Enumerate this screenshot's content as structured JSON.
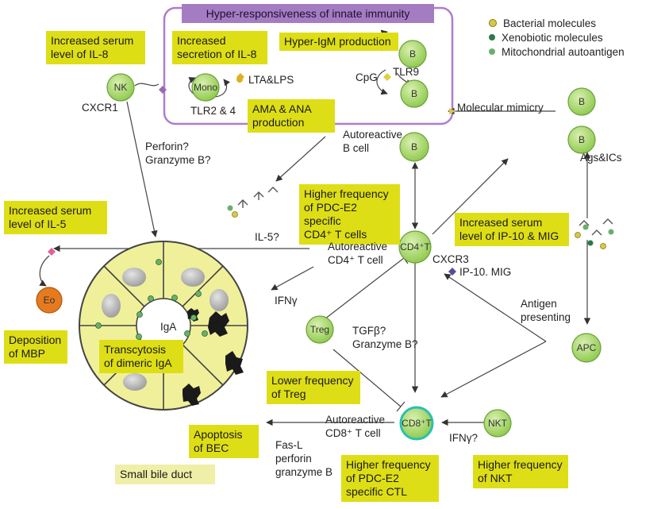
{
  "legend": {
    "bacterial": {
      "label": "Bacterial molecules",
      "color": "#d8c84a"
    },
    "xenobiotic": {
      "label": "Xenobiotic molecules",
      "color": "#2a7a4a"
    },
    "mito": {
      "label": "Mitochondrial autoantigen",
      "color": "#6ab06a"
    }
  },
  "innate_banner": "Hyper-responsiveness of innate immunity",
  "boxes": {
    "il8_serum": "Increased serum\nlevel of IL-8",
    "il8_secretion": "Increased\nsecretion of IL-8",
    "hyper_igm": "Hyper-IgM production",
    "ama_ana": "AMA & ANA\nproduction",
    "pdc_cd4": "Higher frequency\nof PDC-E2 specific\nCD4⁺ T cells",
    "il5_serum": "Increased serum\nlevel of IL-5",
    "ip10_mig": "Increased serum\nlevel of IP-10 & MIG",
    "mbp": "Deposition\nof MBP",
    "transcytosis": "Transcytosis\nof dimeric IgA",
    "treg_low": "Lower frequency\nof Treg",
    "apoptosis": "Apoptosis\nof BEC",
    "small_bile_duct": "Small bile duct",
    "pdc_ctl": "Higher frequency\nof PDC-E2\nspecific CTL",
    "nkt_high": "Higher frequency\nof NKT"
  },
  "labels": {
    "cxcr1": "CXCR1",
    "lta_lps": "LTA&LPS",
    "tlr24": "TLR2 & 4",
    "cpg": "CpG",
    "tlr9": "TLR9",
    "mol_mimicry": "Molecular mimicry",
    "perforin_q": "Perforin?\nGranzyme B?",
    "autoreactive_b": "Autoreactive\nB cell",
    "ags_ics": "Ags&ICs",
    "il5_q": "IL-5?",
    "autoreactive_cd4": "Autoreactive\nCD4⁺ T cell",
    "cxcr3": "CXCR3",
    "ip10_mig_small": "IP-10. MIG",
    "ifng": "IFNγ",
    "antigen_presenting": "Antigen\npresenting",
    "iga": "IgA",
    "tgfb": "TGFβ?\nGranzyme B?",
    "autoreactive_cd8": "Autoreactive\nCD8⁺ T cell",
    "fasl": "Fas-L\nperforin\ngranzyme B",
    "ifng_q": "IFNγ?"
  },
  "cells": {
    "nk": "NK",
    "mono": "Mono",
    "b": "B",
    "cd4": "CD4⁺T",
    "treg": "Treg",
    "eo": "Eo",
    "apc": "APC",
    "cd8": "CD8⁺T",
    "nkt": "NKT"
  }
}
